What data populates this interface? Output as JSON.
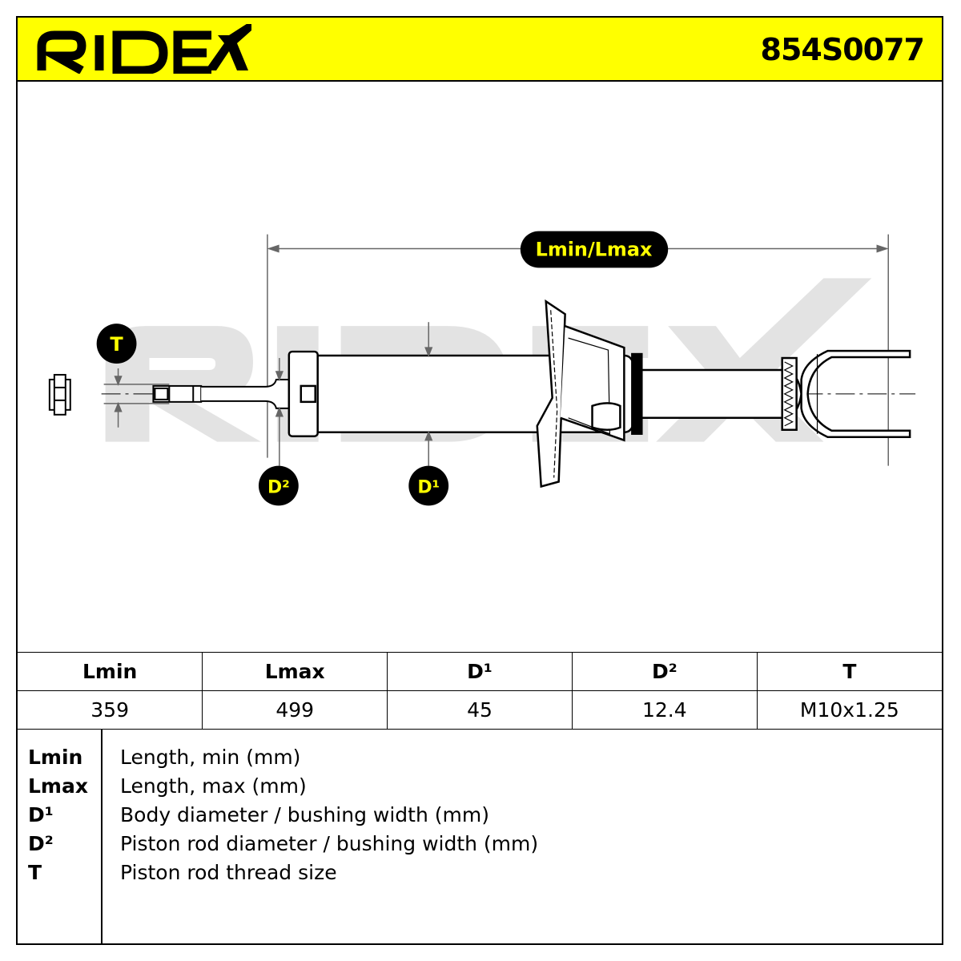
{
  "header": {
    "brand": "RIDEX",
    "part_number": "854S0077",
    "color": "#ffff00"
  },
  "drawing": {
    "watermark": "RIDEX",
    "labels": {
      "length": "Lmin/Lmax",
      "thread": "T",
      "rod_diameter": "D²",
      "body_diameter": "D¹"
    },
    "label_text_color": "#ffff00"
  },
  "table": {
    "headers": [
      "Lmin",
      "Lmax",
      "D¹",
      "D²",
      "T"
    ],
    "values": [
      "359",
      "499",
      "45",
      "12.4",
      "M10x1.25"
    ]
  },
  "legend": [
    {
      "abbr": "Lmin",
      "desc": "Length, min (mm)"
    },
    {
      "abbr": "Lmax",
      "desc": "Length, max (mm)"
    },
    {
      "abbr": "D¹",
      "desc": "Body diameter / bushing width (mm)"
    },
    {
      "abbr": "D²",
      "desc": "Piston rod diameter / bushing width (mm)"
    },
    {
      "abbr": "T",
      "desc": "Piston rod thread size"
    }
  ]
}
